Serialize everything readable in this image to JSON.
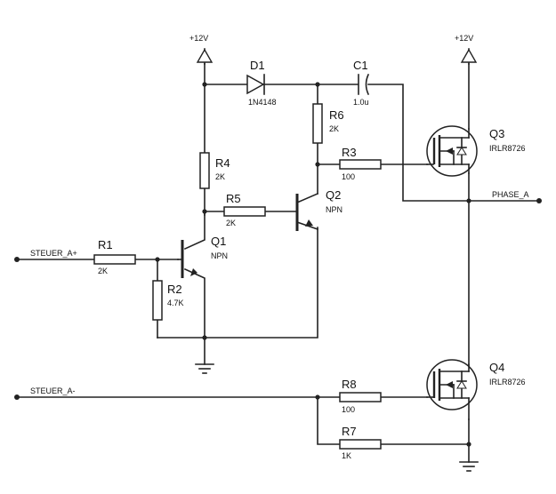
{
  "rails": {
    "left": "+12V",
    "right": "+12V"
  },
  "nets": {
    "steuer_plus": "STEUER_A+",
    "steuer_minus": "STEUER_A-",
    "phase": "PHASE_A"
  },
  "components": {
    "D1": {
      "ref": "D1",
      "value": "1N4148"
    },
    "C1": {
      "ref": "C1",
      "value": "1.0u"
    },
    "R1": {
      "ref": "R1",
      "value": "2K"
    },
    "R2": {
      "ref": "R2",
      "value": "4.7K"
    },
    "R3": {
      "ref": "R3",
      "value": "100"
    },
    "R4": {
      "ref": "R4",
      "value": "2K"
    },
    "R5": {
      "ref": "R5",
      "value": "2K"
    },
    "R6": {
      "ref": "R6",
      "value": "2K"
    },
    "R7": {
      "ref": "R7",
      "value": "1K"
    },
    "R8": {
      "ref": "R8",
      "value": "100"
    },
    "Q1": {
      "ref": "Q1",
      "value": "NPN"
    },
    "Q2": {
      "ref": "Q2",
      "value": "NPN"
    },
    "Q3": {
      "ref": "Q3",
      "value": "IRLR8726"
    },
    "Q4": {
      "ref": "Q4",
      "value": "IRLR8726"
    }
  }
}
